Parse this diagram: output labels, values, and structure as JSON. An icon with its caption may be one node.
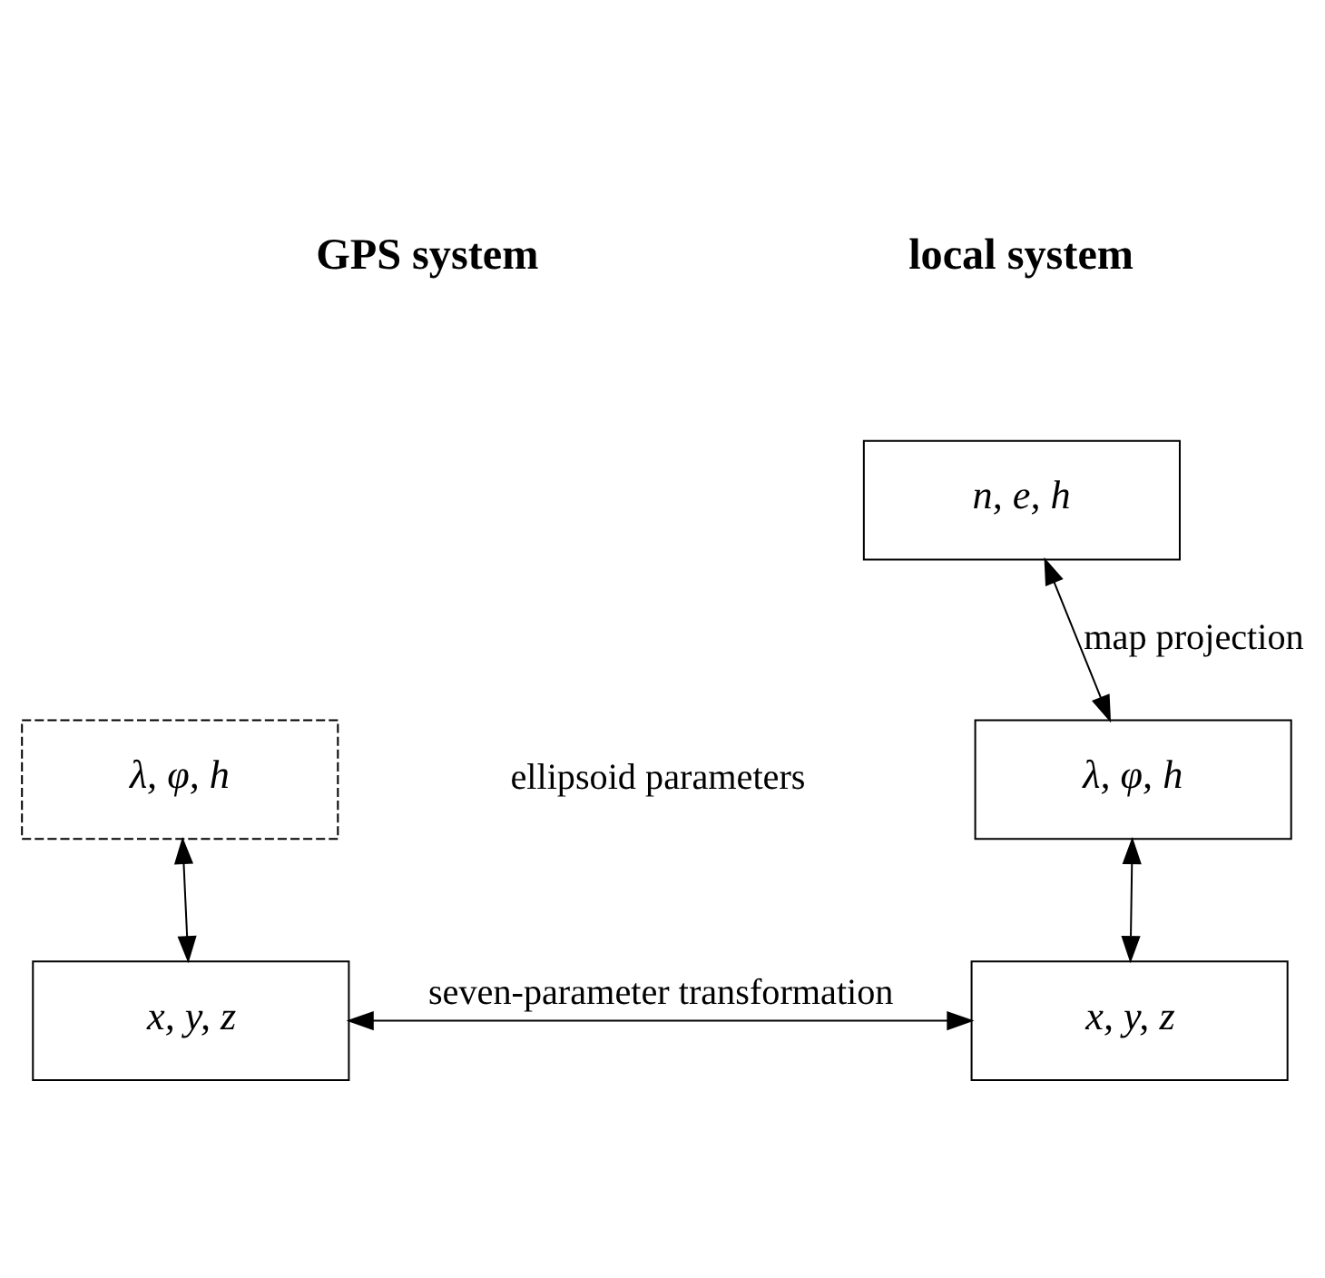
{
  "diagram": {
    "nodes": [
      {
        "text": [
          "λ, φ, h"
        ]
      },
      {
        "text": [
          "x, y, z"
        ]
      },
      {
        "text": [
          "n, e, h"
        ]
      },
      {
        "text": [
          "λ, φ, h"
        ]
      },
      {
        "text": [
          "x, y, z"
        ]
      }
    ],
    "edges": [
      {
        "from": 0,
        "to": 1,
        "arrow": "both"
      },
      {
        "from": 2,
        "to": 3,
        "arrow": "both",
        "label": "map projection"
      },
      {
        "from": 3,
        "to": 4,
        "arrow": "both"
      },
      {
        "from": 1,
        "to": 4,
        "arrow": "both",
        "label": "seven-parameter transformation"
      }
    ],
    "labels": [
      "GPS system",
      "local system",
      "ellipsoid parameters"
    ]
  }
}
